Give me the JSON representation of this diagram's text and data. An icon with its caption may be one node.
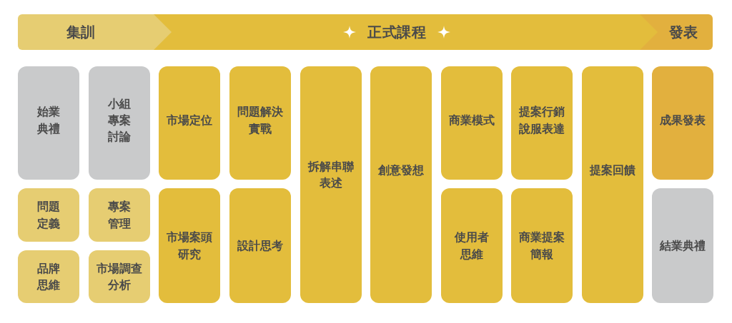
{
  "diagram": {
    "nodes": [
      {
        "text": [
          "集訓"
        ]
      },
      {
        "text": [
          "正式課程"
        ]
      },
      {
        "text": [
          "發表"
        ]
      },
      {
        "text": [
          "始業典禮"
        ]
      },
      {
        "text": [
          "問題定義"
        ]
      },
      {
        "text": [
          "品牌思維"
        ]
      },
      {
        "text": [
          "小組專案討論"
        ]
      },
      {
        "text": [
          "專案管理"
        ]
      },
      {
        "text": [
          "市場調查分析"
        ]
      },
      {
        "text": [
          "市場定位"
        ]
      },
      {
        "text": [
          "市場案頭研究"
        ]
      },
      {
        "text": [
          "問題解決實戰"
        ]
      },
      {
        "text": [
          "設計思考"
        ]
      },
      {
        "text": [
          "拆解串聯表述"
        ]
      },
      {
        "text": [
          "創意發想"
        ]
      },
      {
        "text": [
          "商業模式"
        ]
      },
      {
        "text": [
          "使用者思維"
        ]
      },
      {
        "text": [
          "提案行銷說服表達"
        ]
      },
      {
        "text": [
          "商業提案簡報"
        ]
      },
      {
        "text": [
          "提案回饋"
        ]
      },
      {
        "text": [
          "成果發表"
        ]
      },
      {
        "text": [
          "結業典禮"
        ]
      }
    ]
  }
}
